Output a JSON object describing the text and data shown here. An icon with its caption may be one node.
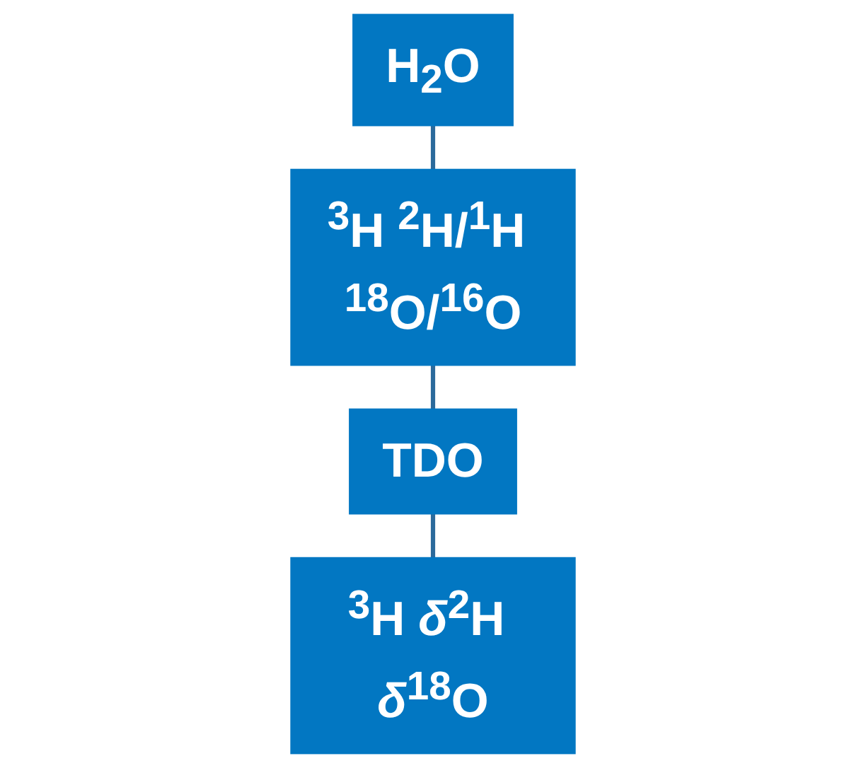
{
  "diagram": {
    "nodes": [
      {
        "text": [
          "H$_{2}$O"
        ]
      },
      {
        "text": [
          "$^{3}$H $^{2}$H/$^{1}$H $^{18}$O/$^{16}$O"
        ]
      },
      {
        "text": [
          "TDO"
        ]
      },
      {
        "text": [
          "$^{3}$H *δ*$^{2}$H *δ*$^{18}$O"
        ]
      }
    ],
    "edges": [
      {
        "from": 0,
        "to": 1,
        "arrow": "none"
      },
      {
        "from": 1,
        "to": 2,
        "arrow": "none"
      },
      {
        "from": 2,
        "to": 3,
        "arrow": "none"
      }
    ]
  }
}
